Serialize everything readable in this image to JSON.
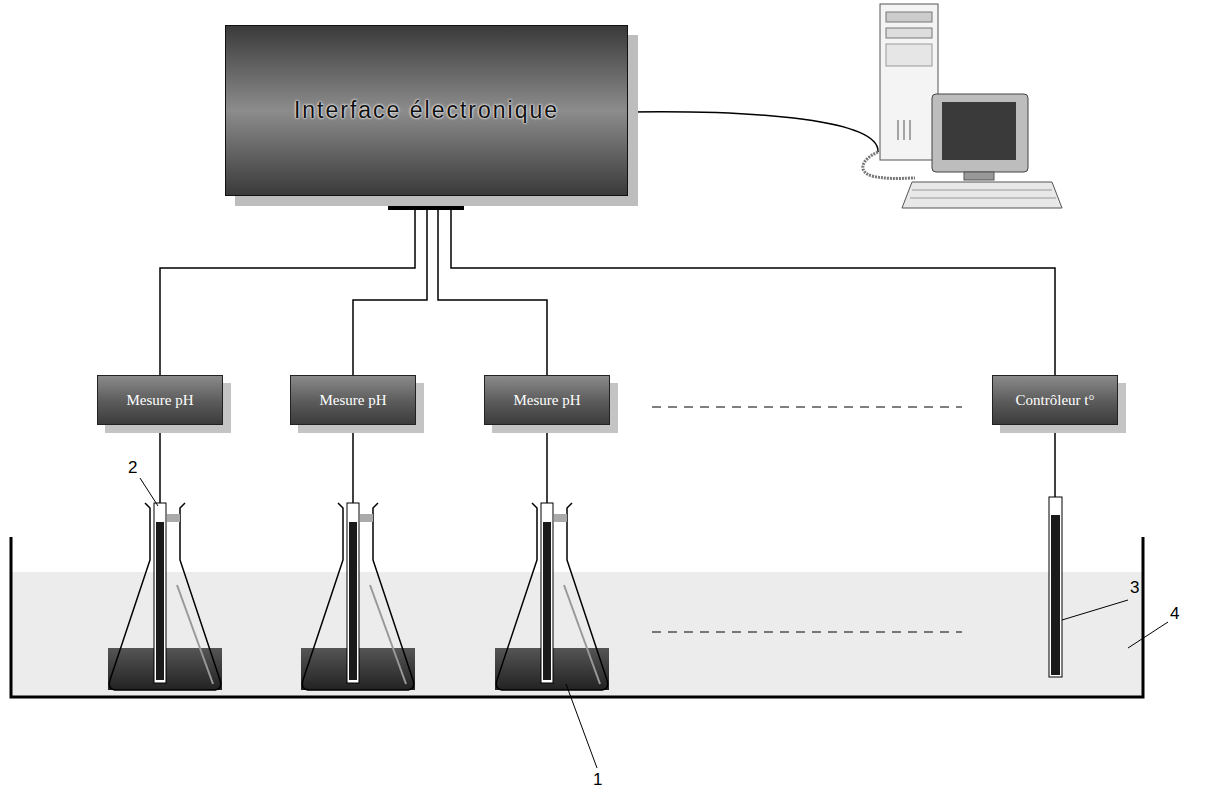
{
  "diagram": {
    "nodes": [
      {
        "text": [
          "Interface électronique"
        ]
      },
      {
        "text": [
          "Mesure pH"
        ]
      },
      {
        "text": [
          "Mesure pH"
        ]
      },
      {
        "text": [
          "Mesure pH"
        ]
      },
      {
        "text": [
          "Contrôleur t°"
        ]
      }
    ],
    "edges": [
      {
        "from": 0,
        "to": 1,
        "arrow": "none"
      },
      {
        "from": 0,
        "to": 2,
        "arrow": "none"
      },
      {
        "from": 0,
        "to": 3,
        "arrow": "none"
      },
      {
        "from": 0,
        "to": 4,
        "arrow": "none"
      }
    ],
    "labels": [
      "1",
      "2",
      "3",
      "4"
    ]
  }
}
